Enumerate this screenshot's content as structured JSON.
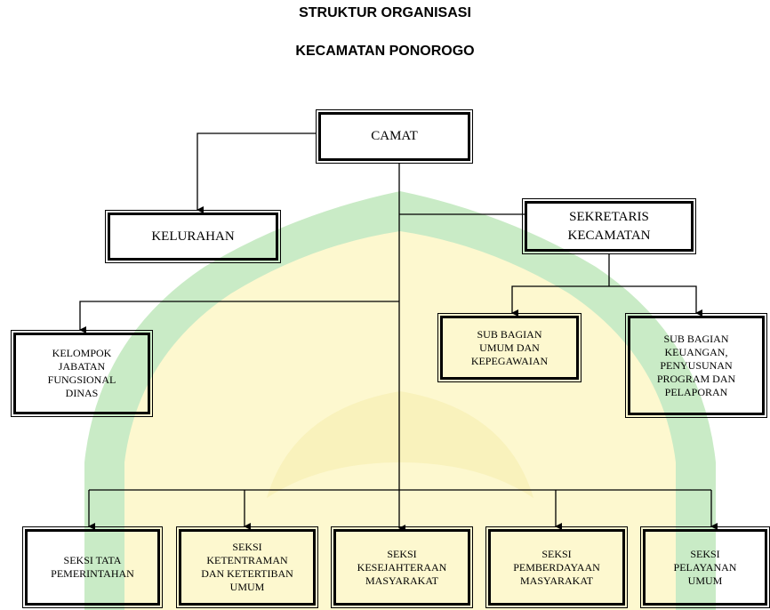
{
  "title": "STRUKTUR ORGANISASI",
  "subtitle": "KECAMATAN PONOROGO",
  "nodes": {
    "camat": "CAMAT",
    "kelurahan": "KELURAHAN",
    "sekretaris": "SEKRETARIS\nKECAMATAN",
    "kelompok": "KELOMPOK\nJABATAN\nFUNGSIONAL\nDINAS",
    "sub_umum": "SUB BAGIAN\nUMUM DAN\nKEPEGAWAIAN",
    "sub_keuangan": "SUB BAGIAN\nKEUANGAN,\nPENYUSUNAN\nPROGRAM DAN\nPELAPORAN",
    "seksi_pemerintahan": "SEKSI TATA\nPEMERINTAHAN",
    "seksi_ketentraman": "SEKSI\nKETENTRAMAN\nDAN KETERTIBAN\nUMUM",
    "seksi_kesejahteraan": "SEKSI\nKESEJAHTERAAN\nMASYARAKAT",
    "seksi_pemberdayaan": "SEKSI\nPEMBERDAYAAN\nMASYARAKAT",
    "seksi_pelayanan": "SEKSI\nPELAYANAN\nUMUM"
  },
  "colors": {
    "watermark_green": "#c9ebc6",
    "watermark_yellow": "#fdf8cf",
    "line": "#000000"
  }
}
